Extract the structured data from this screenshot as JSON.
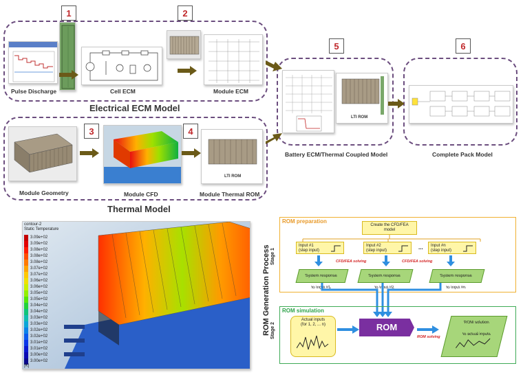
{
  "steps": [
    "1",
    "2",
    "3",
    "4",
    "5",
    "6"
  ],
  "labels": {
    "pulse_discharge": "Pulse Discharge",
    "cell_ecm": "Cell ECM",
    "module_ecm": "Module ECM",
    "electrical_model": "Electrical ECM Model",
    "module_geometry": "Module Geometry",
    "module_cfd": "Module CFD",
    "module_thermal_rom": "Module Thermal ROM",
    "thermal_model": "Thermal Model",
    "coupled_model": "Battery ECM/Thermal Coupled Model",
    "complete_pack": "Complete Pack Model",
    "lti_rom": "LTI ROM",
    "lti_rom_coupled": "LTI ROM"
  },
  "contour": {
    "title_line1": "contour-2",
    "title_line2": "Static Temperature",
    "levels": [
      "3.09e+02",
      "3.09e+02",
      "3.08e+02",
      "3.08e+02",
      "3.08e+02",
      "3.07e+02",
      "3.07e+02",
      "3.06e+02",
      "3.06e+02",
      "3.05e+02",
      "3.05e+02",
      "3.04e+02",
      "3.04e+02",
      "3.03e+02",
      "3.03e+02",
      "3.02e+02",
      "3.02e+02",
      "3.01e+02",
      "3.01e+02",
      "3.00e+02",
      "3.00e+02"
    ],
    "colors": [
      "#c40000",
      "#e10000",
      "#ff1a00",
      "#ff4d00",
      "#ff7a00",
      "#ffa300",
      "#ffc800",
      "#f0e000",
      "#c8f000",
      "#94f000",
      "#55e60a",
      "#22d23a",
      "#0fc47a",
      "#0fbcb0",
      "#0aa6d8",
      "#0a82e8",
      "#0a5aee",
      "#0a36e8",
      "#0a18d0",
      "#0a0ab4",
      "#0a0a8c"
    ],
    "axis_label": "[K]"
  },
  "rom": {
    "vertical_title": "ROM Generation Process",
    "stage1": "Stage 1",
    "stage2": "Stage 2",
    "prep_title": "ROM preparation",
    "sim_title": "ROM simulation",
    "create_model_line1": "Create the CFD/FEA",
    "create_model_line2": "model",
    "inputs": [
      {
        "line1": "Input #1",
        "line2": "(step input)"
      },
      {
        "line1": "Input #2",
        "line2": "(step input)"
      },
      {
        "line1": "Input #n",
        "line2": "(step input)"
      }
    ],
    "ellipsis": "...",
    "cfd_solving": "CFD/FEA solving",
    "responses": [
      {
        "line1": "System response",
        "line2": "to input #1"
      },
      {
        "line1": "System response",
        "line2": "to input #2"
      },
      {
        "line1": "System response",
        "line2": "to input #n"
      }
    ],
    "actual_inputs_line1": "Actual inputs",
    "actual_inputs_line2": "(for 1, 2, ... n)",
    "rom_label": "ROM",
    "rom_solving": "ROM solving",
    "solution_line1": "ROM solution",
    "solution_line2": "to actual inputs"
  },
  "colors": {
    "dash": "#6b4d7e",
    "arrow": "#6b5a18",
    "number": "#c0282b",
    "rom_prep_border": "#f0b030",
    "rom_sim_border": "#3daa55",
    "rom_box": "#7a2fa0",
    "flow_arrow": "#2f8fe0"
  }
}
